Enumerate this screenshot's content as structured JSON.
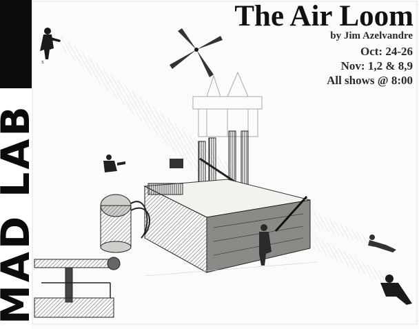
{
  "poster": {
    "title": "The Air Loom",
    "byline": "by Jim Azelvandre",
    "dates_line1": "Oct: 24-26",
    "dates_line2": "Nov: 1,2 & 8,9",
    "showtime": "All shows @ 8:00"
  },
  "logo": {
    "text": "MAD LAB",
    "color": "#0b0b0b"
  },
  "engraving": {
    "marker_x": "x"
  }
}
